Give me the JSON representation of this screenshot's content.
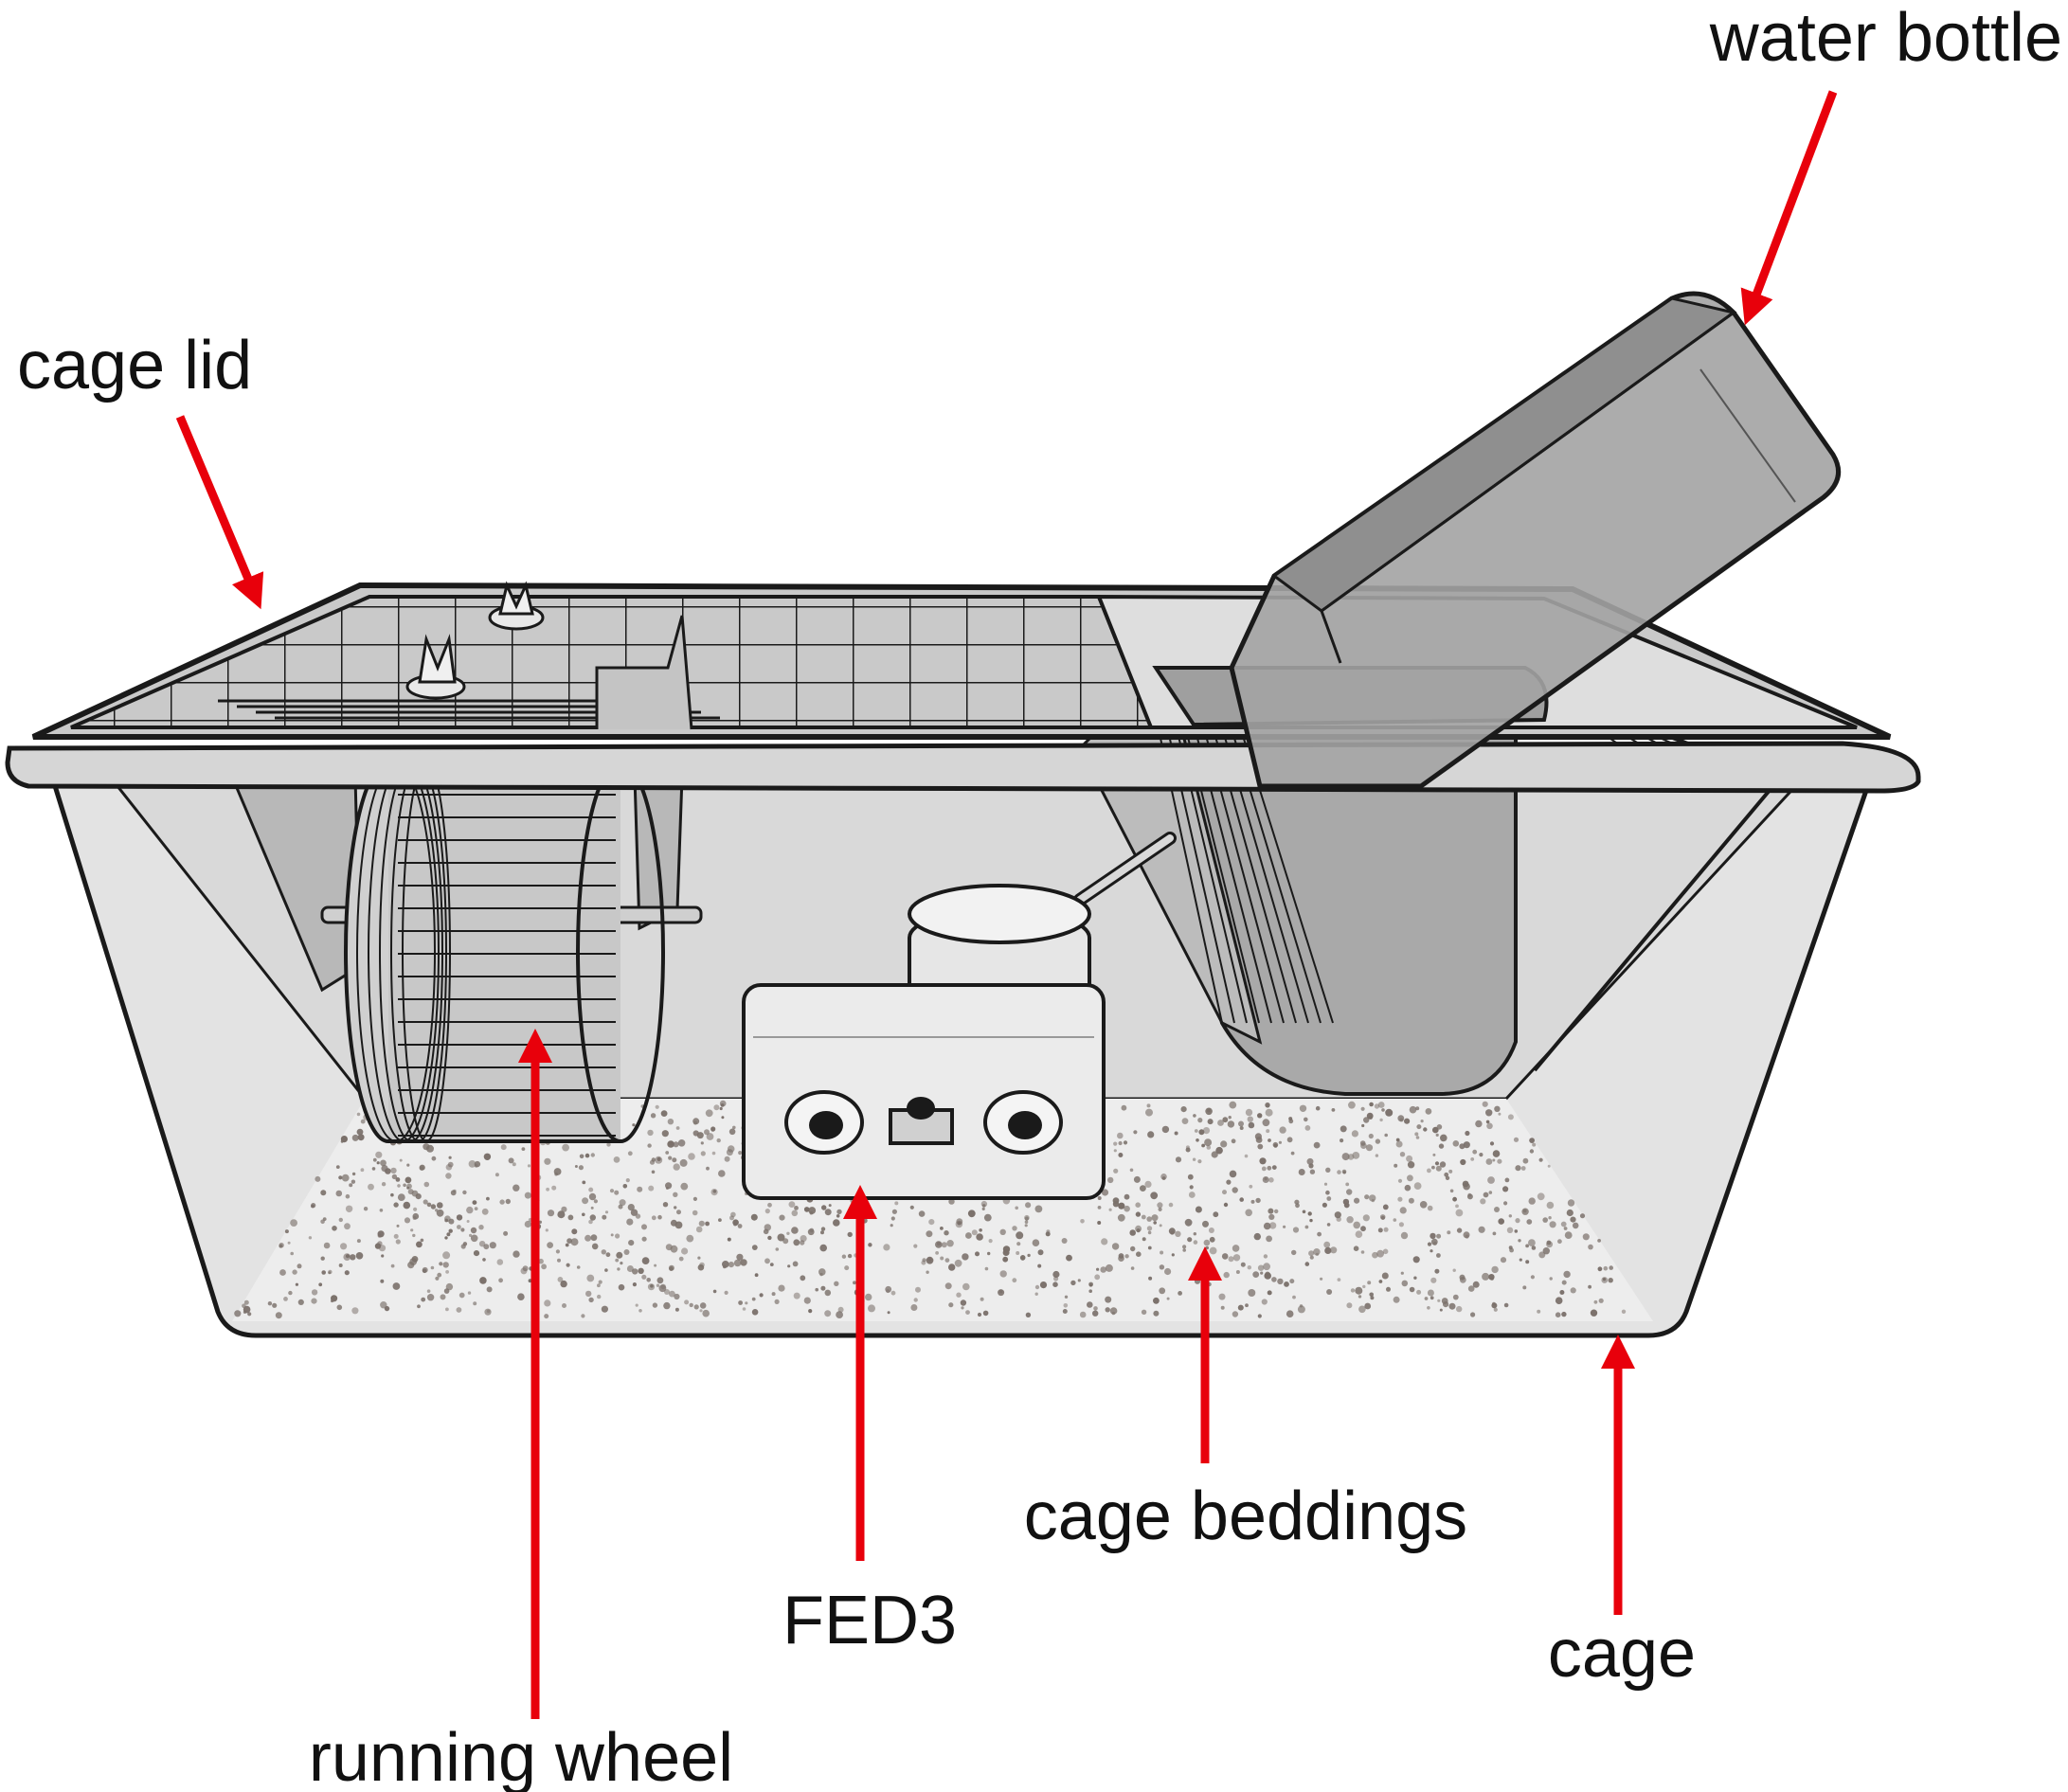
{
  "labels": {
    "water_bottle": "water bottle",
    "cage_lid": "cage lid",
    "running_wheel": "running wheel",
    "fed3": "FED3",
    "cage_beddings": "cage beddings",
    "cage": "cage"
  },
  "colors": {
    "arrow": "#e8000b",
    "line": "#1a1a1a",
    "cage_fill": "#e3e3e3",
    "bottle_fill": "#a9a9a9",
    "bedding_dot": "#7a706a"
  }
}
